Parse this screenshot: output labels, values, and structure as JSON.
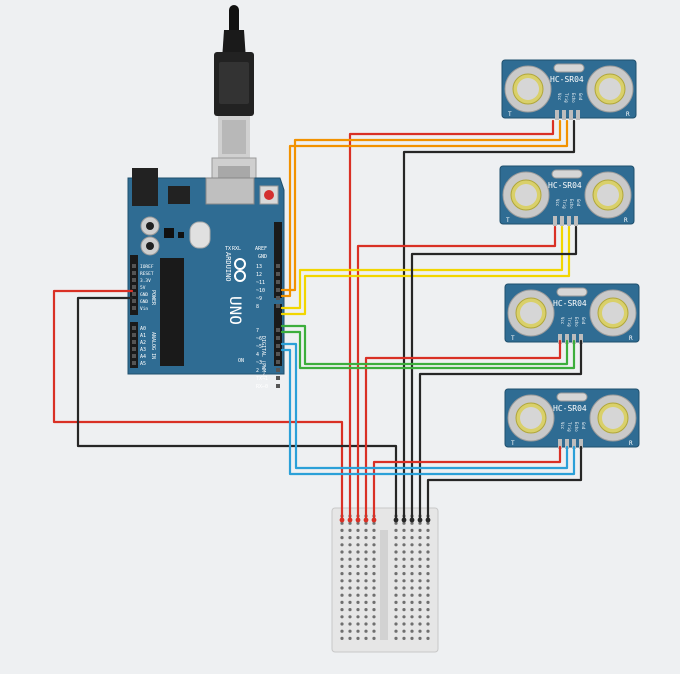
{
  "arduino": {
    "brand": "ARDUINO",
    "model": "UNO",
    "aref_label": "AREF",
    "gnd_label": "GND",
    "digital_pins": [
      "13",
      "12",
      "~11",
      "~10",
      "~9",
      "8",
      "7",
      "~6",
      "~5",
      "4",
      "~3",
      "2",
      "TX→1",
      "RX←0"
    ],
    "digital_label": "DIGITAL (PWM~)",
    "power_pins": [
      "IOREF",
      "RESET",
      "3.3V",
      "5V",
      "GND",
      "GND",
      "Vin"
    ],
    "power_label": "POWER",
    "analog_pins": [
      "A0",
      "A1",
      "A2",
      "A3",
      "A4",
      "A5"
    ],
    "analog_label": "ANALOG IN",
    "tx_label": "TX",
    "rx_label": "RX",
    "on_label": "ON",
    "l_label": "L"
  },
  "sensors": [
    {
      "label": "HC-SR04",
      "pins": [
        "Vcc",
        "Trig",
        "Echo",
        "Gnd"
      ],
      "left_mark": "T",
      "right_mark": "R"
    },
    {
      "label": "HC-SR04",
      "pins": [
        "Vcc",
        "Trig",
        "Echo",
        "Gnd"
      ],
      "left_mark": "T",
      "right_mark": "R"
    },
    {
      "label": "HC-SR04",
      "pins": [
        "Vcc",
        "Trig",
        "Echo",
        "Gnd"
      ],
      "left_mark": "T",
      "right_mark": "R"
    },
    {
      "label": "HC-SR04",
      "pins": [
        "Vcc",
        "Trig",
        "Echo",
        "Gnd"
      ],
      "left_mark": "T",
      "right_mark": "R"
    }
  ],
  "colors": {
    "board": "#2f6c93",
    "wire_red": "#d93025",
    "wire_black": "#262626",
    "wire_orange": "#f29200",
    "wire_yellow": "#f2d600",
    "wire_green": "#3cae3c",
    "wire_blue": "#2ba0d8",
    "breadboard": "#e6e6e6"
  }
}
